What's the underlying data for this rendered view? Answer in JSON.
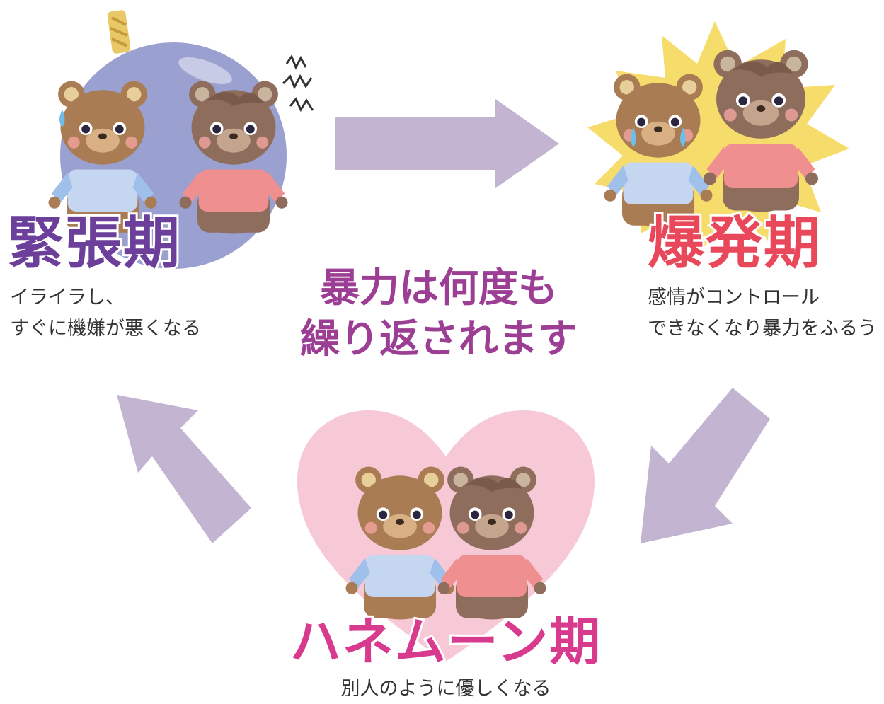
{
  "phases": {
    "tension": {
      "title": "緊張期",
      "desc_line1": "イライラし、",
      "desc_line2": "すぐに機嫌が悪くなる",
      "color": "#6b3f9a"
    },
    "explosion": {
      "title": "爆発期",
      "desc_line1": "感情がコントロール",
      "desc_line2": "できなくなり暴力をふるう",
      "color": "#e8485a"
    },
    "honeymoon": {
      "title": "ハネムーン期",
      "desc_line1": "別人のように優しくなる",
      "color": "#d83a8e"
    }
  },
  "center": {
    "line1": "暴力は何度も",
    "line2": "繰り返されます",
    "color": "#9b3e94"
  },
  "colors": {
    "arrow": "#c3b5d2",
    "bomb": "#9aa0cf",
    "burst": "#f6dc6a",
    "heart": "#f7c8d6",
    "bear_light": "#a97c53",
    "bear_dark": "#8e6d5c",
    "shirt_blue": "#c5d6f0",
    "shirt_pink": "#ef8f8f"
  },
  "icons": [
    "bomb-icon",
    "burst-icon",
    "heart-icon",
    "bear-icon",
    "arrow-icon",
    "angry-scribble-icon"
  ]
}
